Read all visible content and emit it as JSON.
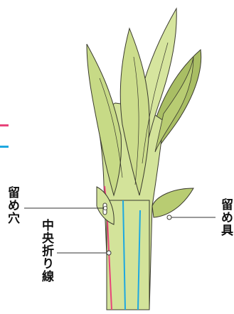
{
  "labels": {
    "tome_ana": "留め穴",
    "tome_gu": "留め具",
    "chuo_orisen": "中央折り線"
  },
  "colors": {
    "leaf_fill": "#d3e39a",
    "leaf_dark": "#a9be64",
    "outline": "#3a3a2e",
    "fold_line_red": "#e8447a",
    "guide_line_blue": "#1ea8e0",
    "label_text": "#111111",
    "leader_line": "#333333"
  },
  "legend": {
    "red_meaning": "",
    "blue_meaning": ""
  }
}
